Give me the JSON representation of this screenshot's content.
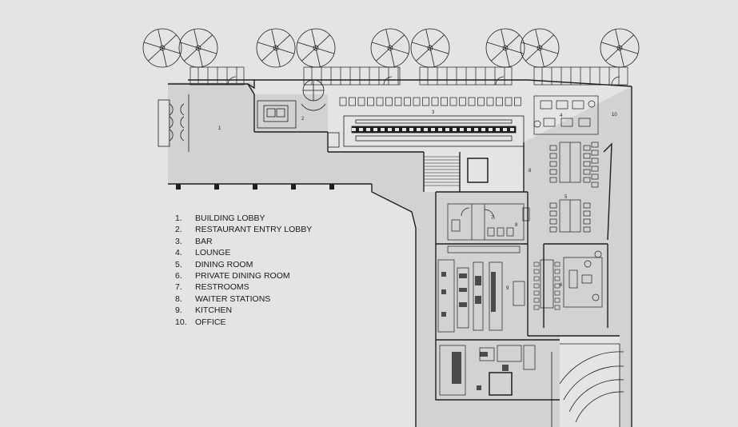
{
  "legend": [
    {
      "num": "1.",
      "label": "BUILDING LOBBY"
    },
    {
      "num": "2.",
      "label": "RESTAURANT ENTRY LOBBY"
    },
    {
      "num": "3.",
      "label": "BAR"
    },
    {
      "num": "4.",
      "label": "LOUNGE"
    },
    {
      "num": "5.",
      "label": "DINING ROOM"
    },
    {
      "num": "6.",
      "label": "PRIVATE DINING ROOM"
    },
    {
      "num": "7.",
      "label": "RESTROOMS"
    },
    {
      "num": "8.",
      "label": "WAITER STATIONS"
    },
    {
      "num": "9.",
      "label": "KITCHEN"
    },
    {
      "num": "10.",
      "label": "OFFICE"
    }
  ],
  "room_labels": {
    "r1": "1",
    "r2": "2",
    "r3": "3",
    "r4": "4",
    "r5": "5",
    "r6": "6",
    "r7": "7",
    "r8a": "8",
    "r8b": "8",
    "r9": "9",
    "r10": "10"
  },
  "colors": {
    "background": "#e4e4e4",
    "floor": "#d2d2d2",
    "line": "#1e1e1e"
  }
}
